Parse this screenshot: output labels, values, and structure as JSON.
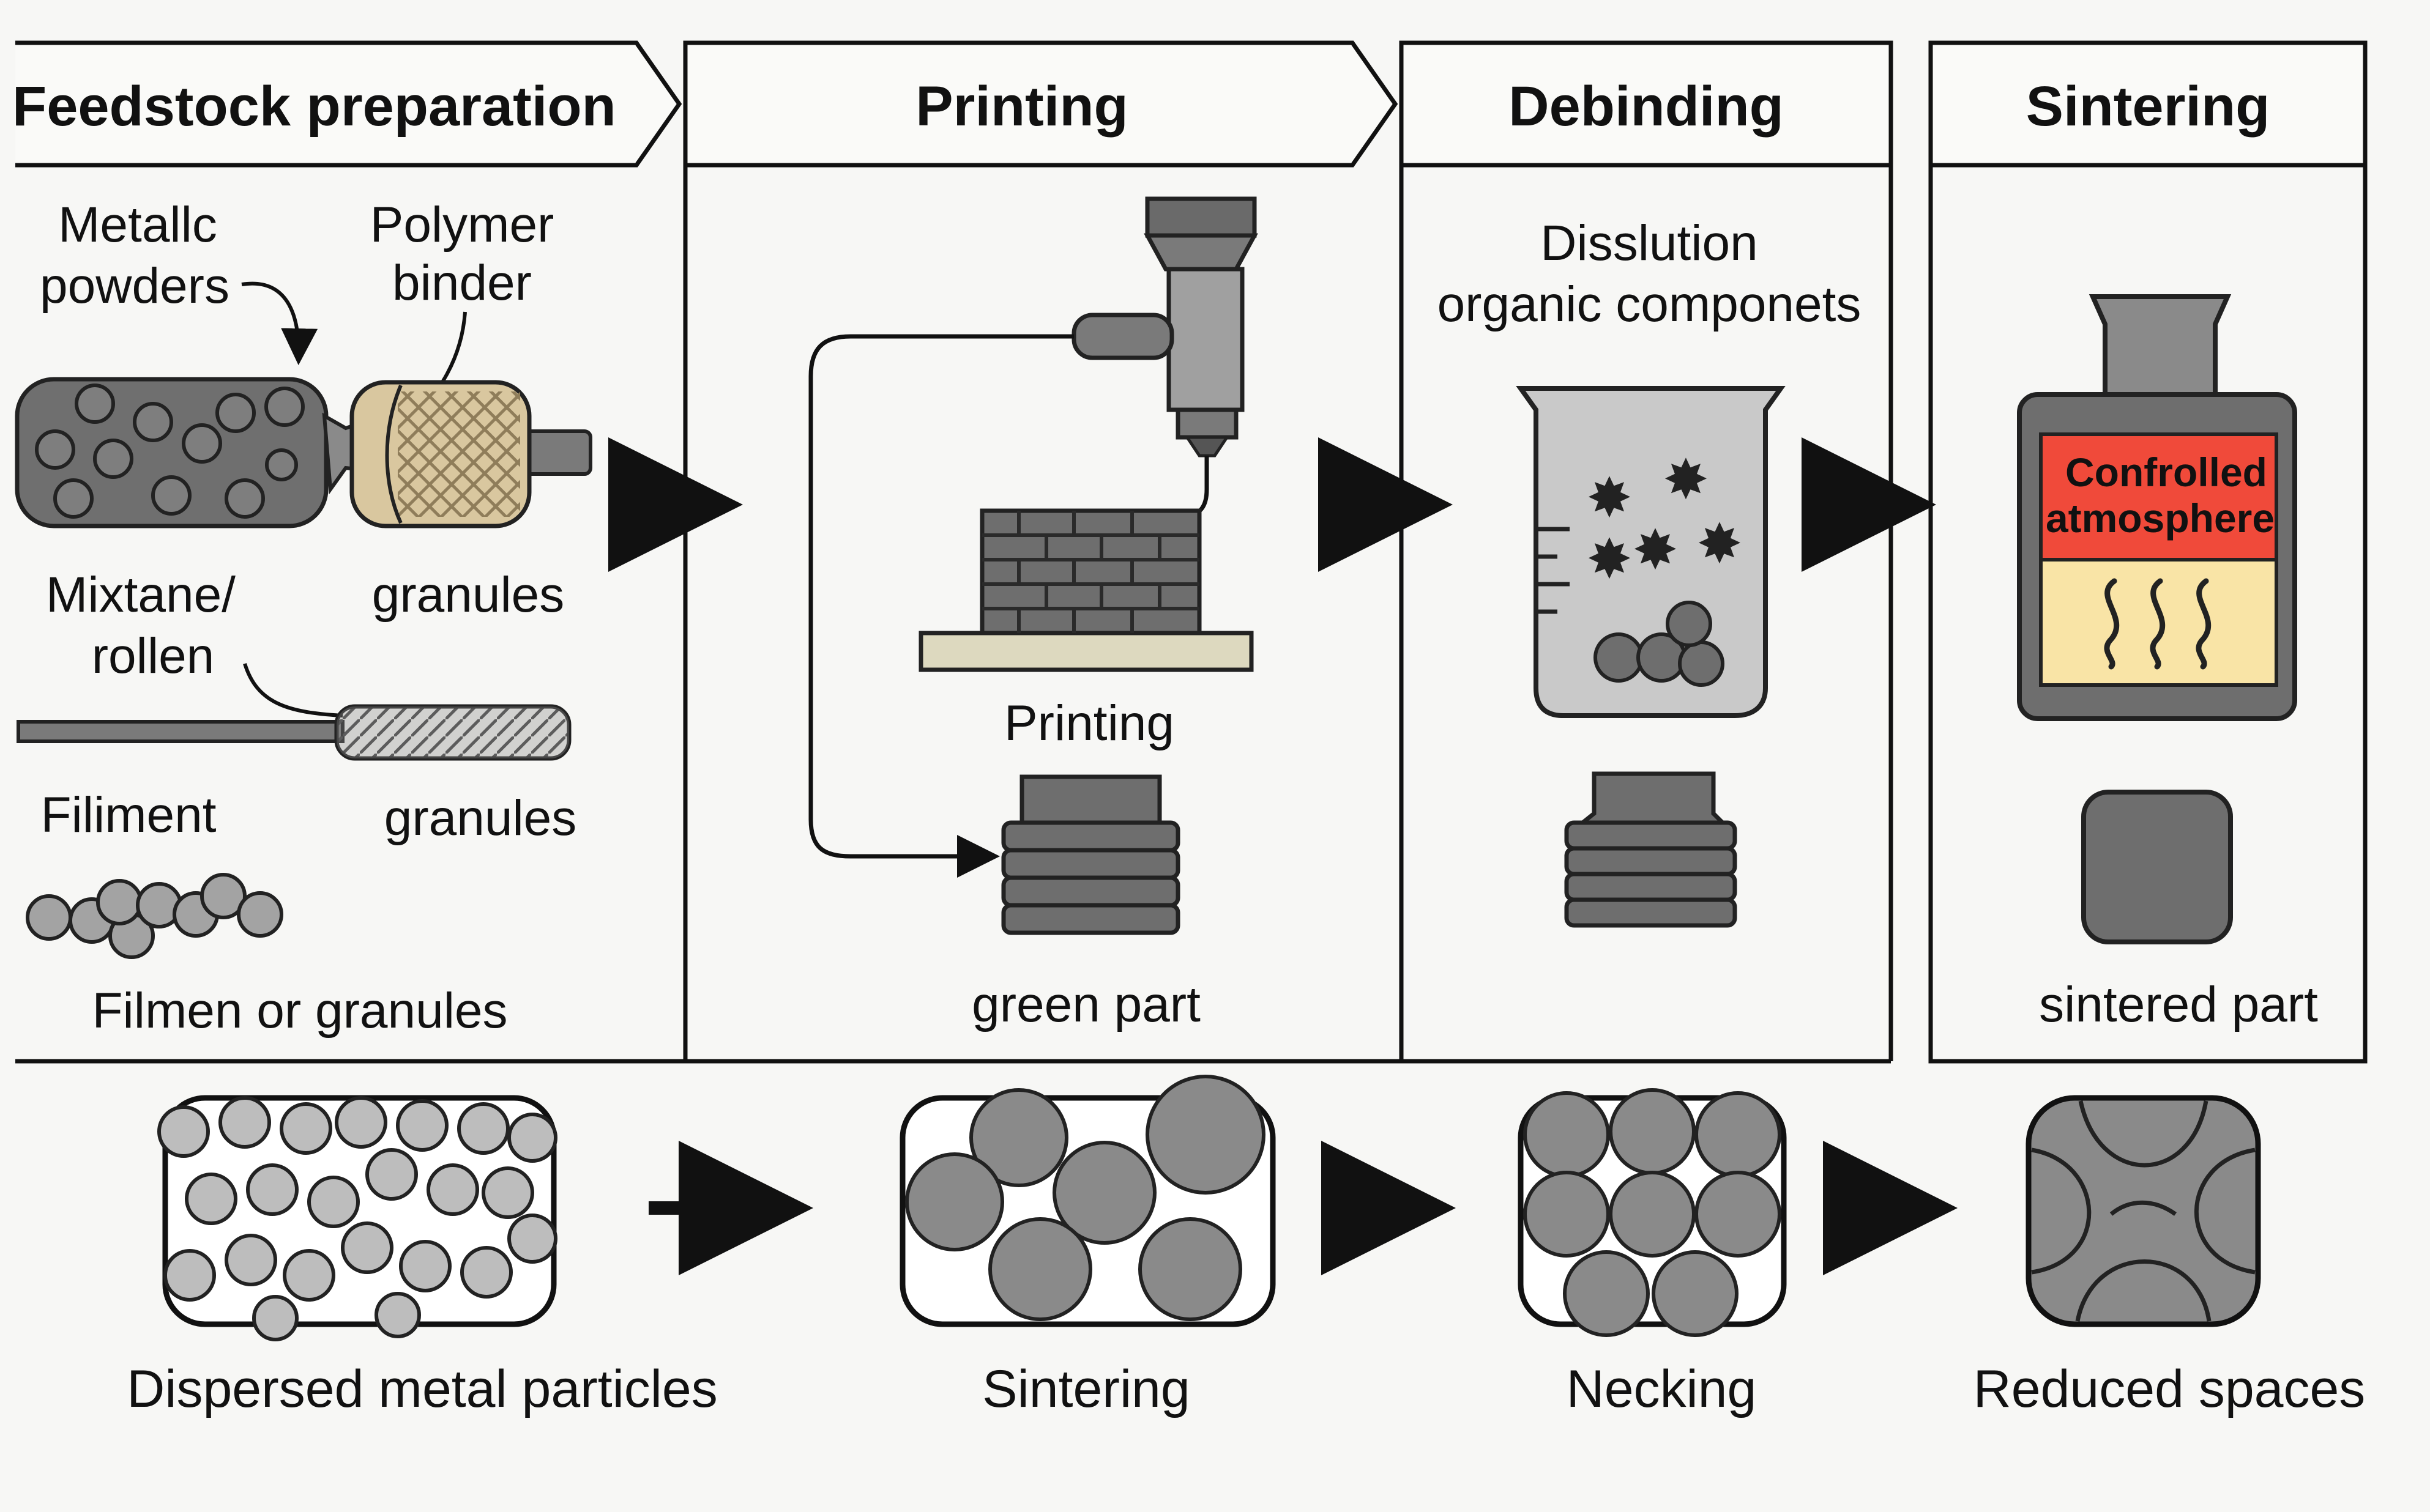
{
  "headers": {
    "feedstock": "Feedstock preparation",
    "printing": "Printing",
    "debinding": "Debinding",
    "sintering": "Sintering"
  },
  "feedstock": {
    "metal_line1": "Metallc",
    "metal_line2": "powders",
    "polymer_line1": "Polymer",
    "polymer_line2": "binder",
    "mix_line1": "Mixtane/",
    "mix_line2": "rollen",
    "granules_1": "granules",
    "filament": "Filiment",
    "granules_2": "granules",
    "caption": "Filmen or granules"
  },
  "printing": {
    "label": "Printing",
    "caption": "green part"
  },
  "debinding": {
    "line1": "Disslution",
    "line2": "organic componets"
  },
  "sintering": {
    "furnace_line1": "Confrolled",
    "furnace_line2": "atmosphere",
    "caption": "sintered part"
  },
  "micro": {
    "stage1": "Dispersed metal particles",
    "stage2": "Sintering",
    "stage3": "Necking",
    "stage4": "Reduced spaces"
  },
  "colors": {
    "furnace_red": "#f04a3a",
    "furnace_yellow": "#f9e4a6",
    "part_gray": "#6f6f6f",
    "light_gray": "#bdbdbd",
    "binder_tan": "#d9c79f"
  }
}
